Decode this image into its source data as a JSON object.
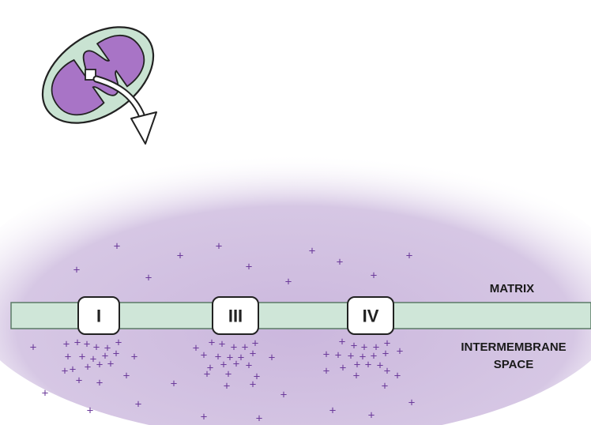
{
  "labels": {
    "matrix": "MATRIX",
    "intermembrane_line1": "INTERMEMBRANE",
    "intermembrane_line2": "SPACE"
  },
  "complexes": [
    {
      "id": "complex-i",
      "label": "I"
    },
    {
      "id": "complex-iii",
      "label": "III"
    },
    {
      "id": "complex-iv",
      "label": "IV"
    }
  ],
  "proton_symbol": "+",
  "colors": {
    "membrane": "#cfe6d8",
    "matrix_fill": "#a874c6",
    "proton": "#6b3a9a",
    "background_glow": "#d9cbe6"
  }
}
